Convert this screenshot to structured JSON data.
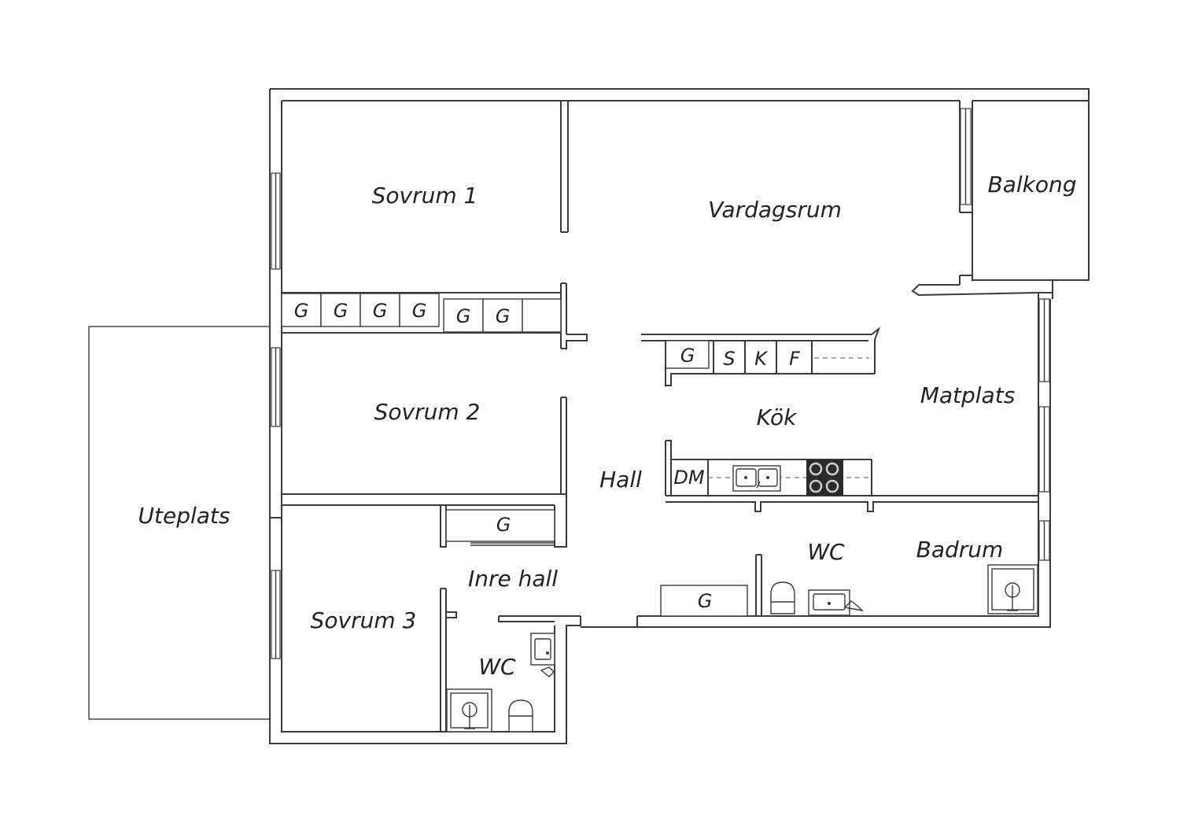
{
  "rooms": {
    "sovrum1": "Sovrum 1",
    "sovrum2": "Sovrum 2",
    "sovrum3": "Sovrum 3",
    "vardagsrum": "Vardagsrum",
    "balkong": "Balkong",
    "matplats": "Matplats",
    "kok": "Kök",
    "hall": "Hall",
    "inre_hall": "Inre hall",
    "uteplats": "Uteplats",
    "wc_small": "WC",
    "wc_bath": "WC",
    "badrum": "Badrum"
  },
  "units": {
    "wardrobe": "G",
    "sink_cabinet": "S",
    "cooker": "K",
    "freezer": "F",
    "dishwasher": "DM"
  }
}
